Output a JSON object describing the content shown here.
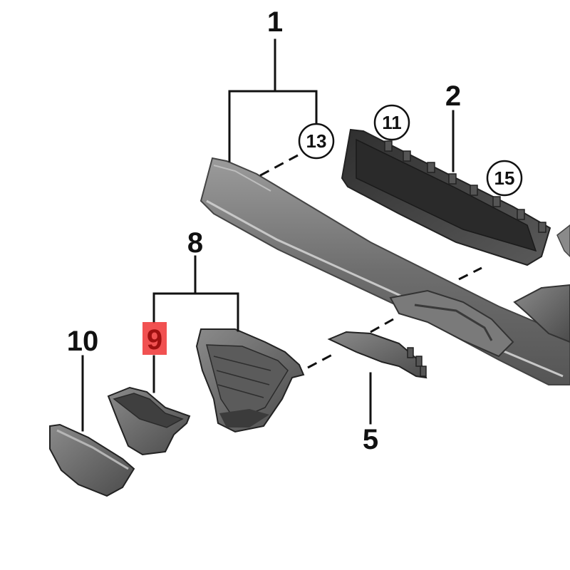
{
  "diagram": {
    "callouts": {
      "c1": "1",
      "c2": "2",
      "c5": "5",
      "c8": "8",
      "c9": "9",
      "c10": "10",
      "c11": "11",
      "c13": "13",
      "c15": "15"
    },
    "highlight_color": "#ee3333",
    "part_color_dark": "#3d3d3d",
    "part_color_mid": "#6e6e6e",
    "part_color_light": "#9a9a9a"
  }
}
